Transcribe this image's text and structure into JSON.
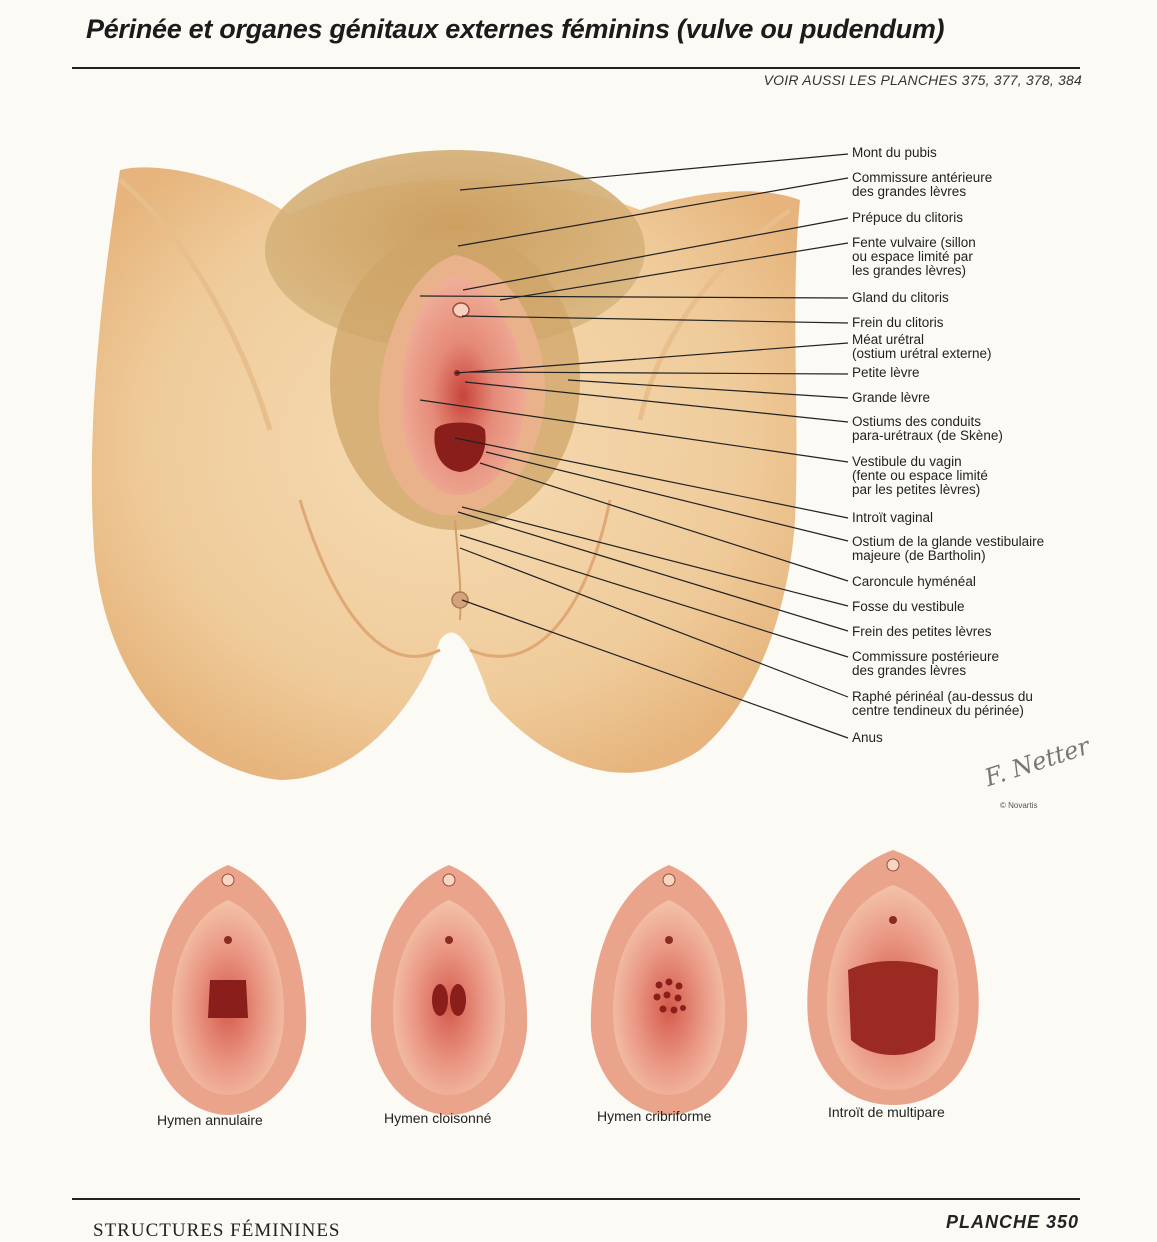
{
  "header": {
    "title": "Périnée et organes génitaux externes féminins (vulve ou pudendum)",
    "see_also": "VOIR AUSSI LES PLANCHES 375, 377, 378, 384"
  },
  "main_figure": {
    "labels": [
      [
        "Mont du pubis"
      ],
      [
        "Commissure antérieure",
        "des grandes lèvres"
      ],
      [
        "Prépuce du clitoris"
      ],
      [
        "Fente vulvaire (sillon",
        "ou espace limité par",
        "les grandes lèvres)"
      ],
      [
        "Gland du clitoris"
      ],
      [
        "Frein du clitoris"
      ],
      [
        "Méat urétral",
        "(ostium urétral externe)"
      ],
      [
        "Petite lèvre"
      ],
      [
        "Grande lèvre"
      ],
      [
        "Ostiums des conduits",
        "para-urétraux (de Skène)"
      ],
      [
        "Vestibule du vagin",
        "(fente ou espace limité",
        "par les petites lèvres)"
      ],
      [
        "Introït vaginal"
      ],
      [
        "Ostium de la glande vestibulaire",
        "majeure (de Bartholin)"
      ],
      [
        "Caroncule hyménéal"
      ],
      [
        "Fosse du vestibule"
      ],
      [
        "Frein des petites lèvres"
      ],
      [
        "Commissure postérieure",
        "des grandes lèvres"
      ],
      [
        "Raphé périnéal (au-dessus du",
        "centre tendineux du périnée)"
      ],
      [
        "Anus"
      ]
    ],
    "copyright": "© Novartis",
    "signature": "F. Netter"
  },
  "variants": [
    {
      "caption": "Hymen annulaire"
    },
    {
      "caption": "Hymen cloisonné"
    },
    {
      "caption": "Hymen cribriforme"
    },
    {
      "caption": "Introït de multipare"
    }
  ],
  "footer": {
    "section": "STRUCTURES FÉMININES",
    "plate": "PLANCHE 350"
  },
  "colors": {
    "skin": "#f2d2a6",
    "hair": "#b88a4a",
    "mucosa": "#e07a6a",
    "deep": "#9a2a22"
  }
}
